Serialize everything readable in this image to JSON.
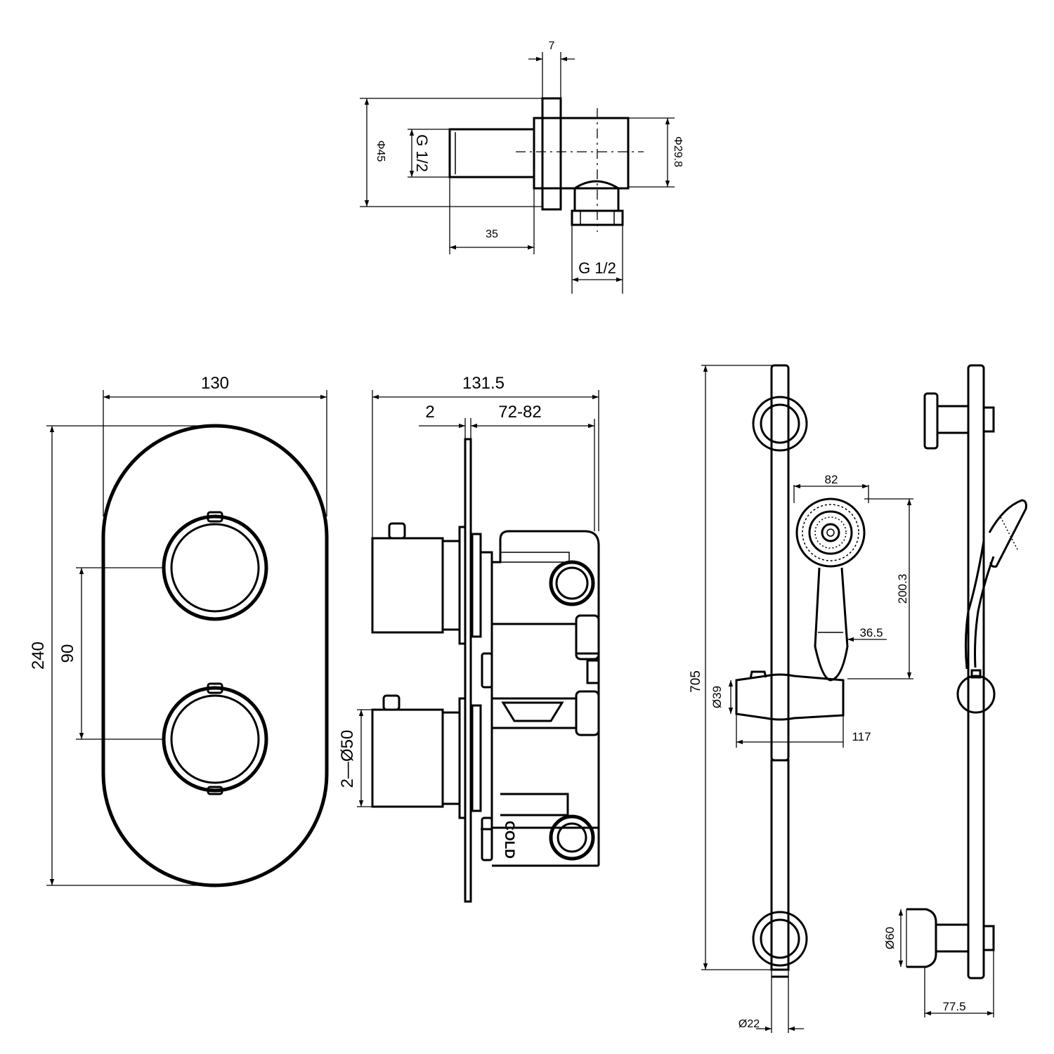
{
  "labels": {
    "outlet_wall_gap": "7",
    "outlet_diameter": "Φ45",
    "outlet_thread_in": "G 1/2",
    "outlet_body_diameter": "Φ29.8",
    "outlet_depth": "35",
    "outlet_thread_out": "G 1/2",
    "plate_width": "130",
    "plate_height": "240",
    "knob_spacing": "90",
    "valve_depth": "131.5",
    "plate_thickness": "2",
    "wall_depth_range": "72-82",
    "knob_diameter": "2—Ø50",
    "cold_marking": "COLD",
    "rail_length": "705",
    "bracket_diameter": "Ø39",
    "bracket_projection": "117",
    "head_diameter": "82",
    "handset_length": "200.3",
    "handle_width": "36.5",
    "rail_diameter": "Ø22",
    "wall_mount_diameter": "Ø60",
    "rail_standoff": "77.5"
  }
}
